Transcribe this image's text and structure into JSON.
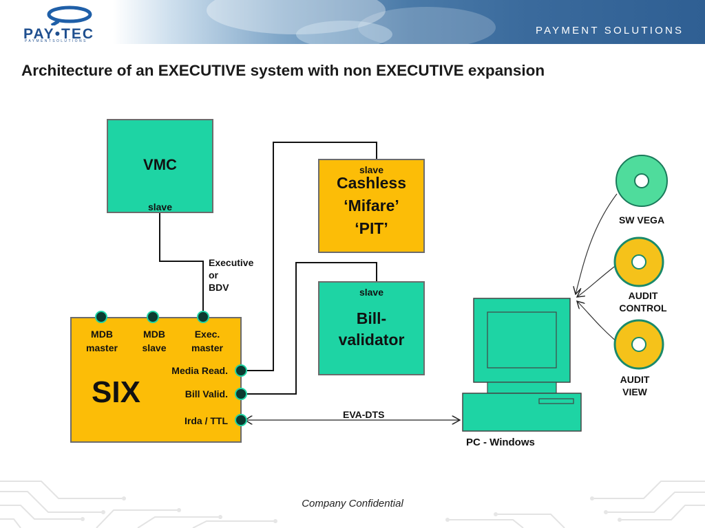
{
  "header": {
    "logo_text": "PAY•TEC",
    "logo_subtitle": "PAYMENTSOLUTIONS",
    "tagline": "PAYMENT SOLUTIONS"
  },
  "title": "Architecture of an EXECUTIVE system with non EXECUTIVE expansion",
  "diagram": {
    "vmc": {
      "label": "VMC",
      "role": "slave"
    },
    "cashless": {
      "role": "slave",
      "line1": "Cashless",
      "line2": "‘Mifare’",
      "line3": "‘PIT’"
    },
    "bill_validator": {
      "role": "slave",
      "line1": "Bill-",
      "line2": "validator"
    },
    "link_label": {
      "line1": "Executive",
      "line2": "or",
      "line3": "BDV"
    },
    "six": {
      "label": "SIX",
      "ports_top": [
        {
          "line1": "MDB",
          "line2": "master"
        },
        {
          "line1": "MDB",
          "line2": "slave"
        },
        {
          "line1": "Exec.",
          "line2": "master"
        }
      ],
      "ports_side": [
        "Media Read.",
        "Bill Valid.",
        "Irda / TTL"
      ]
    },
    "eva_dts": "EVA-DTS",
    "pc": "PC - Windows",
    "disks": [
      {
        "line1": "SW VEGA",
        "line2": ""
      },
      {
        "line1": "AUDIT",
        "line2": "CONTROL"
      },
      {
        "line1": "AUDIT",
        "line2": "VIEW"
      }
    ],
    "colors": {
      "green": "#1ed4a4",
      "orange": "#fcbd07",
      "port": "#0c3a30",
      "disk_orange": "#f5c21a",
      "disk_green": "#4fdc9c"
    }
  },
  "footer": "Company Confidential"
}
